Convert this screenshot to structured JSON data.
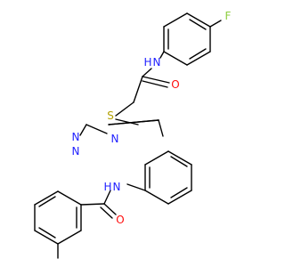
{
  "molecule": {
    "atoms": {
      "F": "F",
      "NH_top": "N",
      "H_top": "H",
      "O_top": "O",
      "S": "S",
      "N_ring1": "N",
      "N_ring2": "N",
      "N_ring4": "N",
      "NH_bottom": "N",
      "H_bottom": "H",
      "O_bottom": "O"
    },
    "colors": {
      "nitrogen": "#1f1fff",
      "oxygen": "#ff0d0d",
      "sulfur": "#b2a000",
      "fluorine": "#8ccd3c",
      "carbon": "#000000"
    }
  }
}
